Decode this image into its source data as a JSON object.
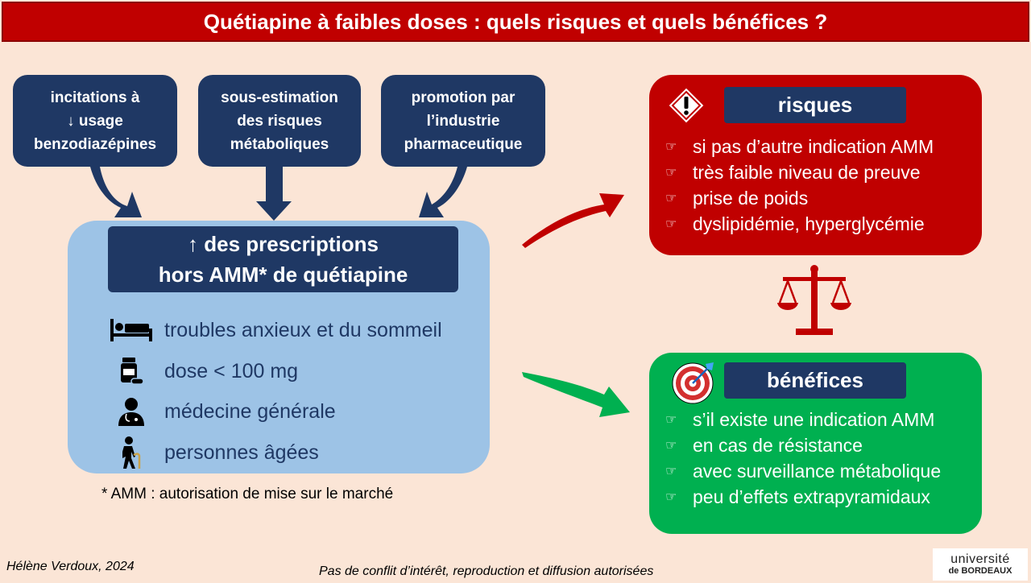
{
  "title": "Quétiapine à faibles doses  : quels risques et quels bénéfices ?",
  "causes": [
    {
      "lines": [
        "incitations à",
        "↓ usage",
        "benzodiazépines"
      ]
    },
    {
      "lines": [
        "sous-estimation",
        "des risques",
        "métaboliques"
      ]
    },
    {
      "lines": [
        "promotion par",
        "l’industrie",
        "pharmaceutique"
      ]
    }
  ],
  "main": {
    "header_lines": [
      "↑ des prescriptions",
      "hors AMM* de quétiapine"
    ],
    "facts": [
      {
        "icon": "bed-icon",
        "text": "troubles anxieux et du sommeil"
      },
      {
        "icon": "pill-bottle-icon",
        "text": "dose < 100 mg"
      },
      {
        "icon": "doctor-icon",
        "text": "médecine générale"
      },
      {
        "icon": "elderly-person-icon",
        "text": "personnes âgées"
      }
    ]
  },
  "footnote": "* AMM : autorisation de mise sur le marché",
  "risks": {
    "title": "risques",
    "items": [
      "si pas d’autre indication AMM",
      "très faible niveau de preuve",
      "prise de poids",
      "dyslipidémie, hyperglycémie"
    ]
  },
  "benefits": {
    "title": "bénéfices",
    "items": [
      "s’il existe une indication AMM",
      "en cas de résistance",
      "avec surveillance métabolique",
      "peu d’effets extrapyramidaux"
    ]
  },
  "bullet_glyph": "☞",
  "colors": {
    "title_red": "#c00000",
    "navy": "#1f3864",
    "light_blue": "#9dc3e6",
    "green": "#00b050",
    "background": "#fbe5d6"
  },
  "author": "Hélène Verdoux, 2024",
  "disclaimer": "Pas de conflit d’intérêt, reproduction et diffusion autorisées",
  "logo": {
    "top": "université",
    "bottom": "de BORDEAUX"
  }
}
